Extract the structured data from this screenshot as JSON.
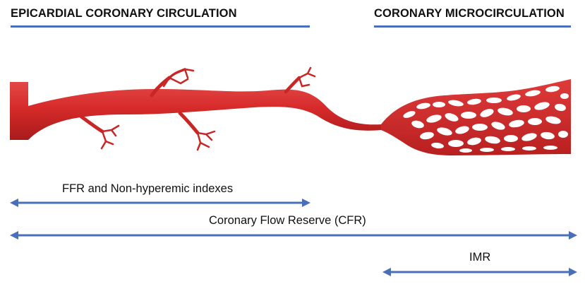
{
  "headings": {
    "epicardial": "EPICARDIAL CORONARY CIRCULATION",
    "microcirculation": "CORONARY MICROCIRCULATION"
  },
  "arrows": {
    "ffr": "FFR and Non-hyperemic indexes",
    "cfr": "Coronary Flow Reserve (CFR)",
    "imr": "IMR"
  },
  "colors": {
    "accent_blue": "#4a6fba",
    "vessel_red": "#d72a2a",
    "vessel_dark": "#a81b1b"
  }
}
